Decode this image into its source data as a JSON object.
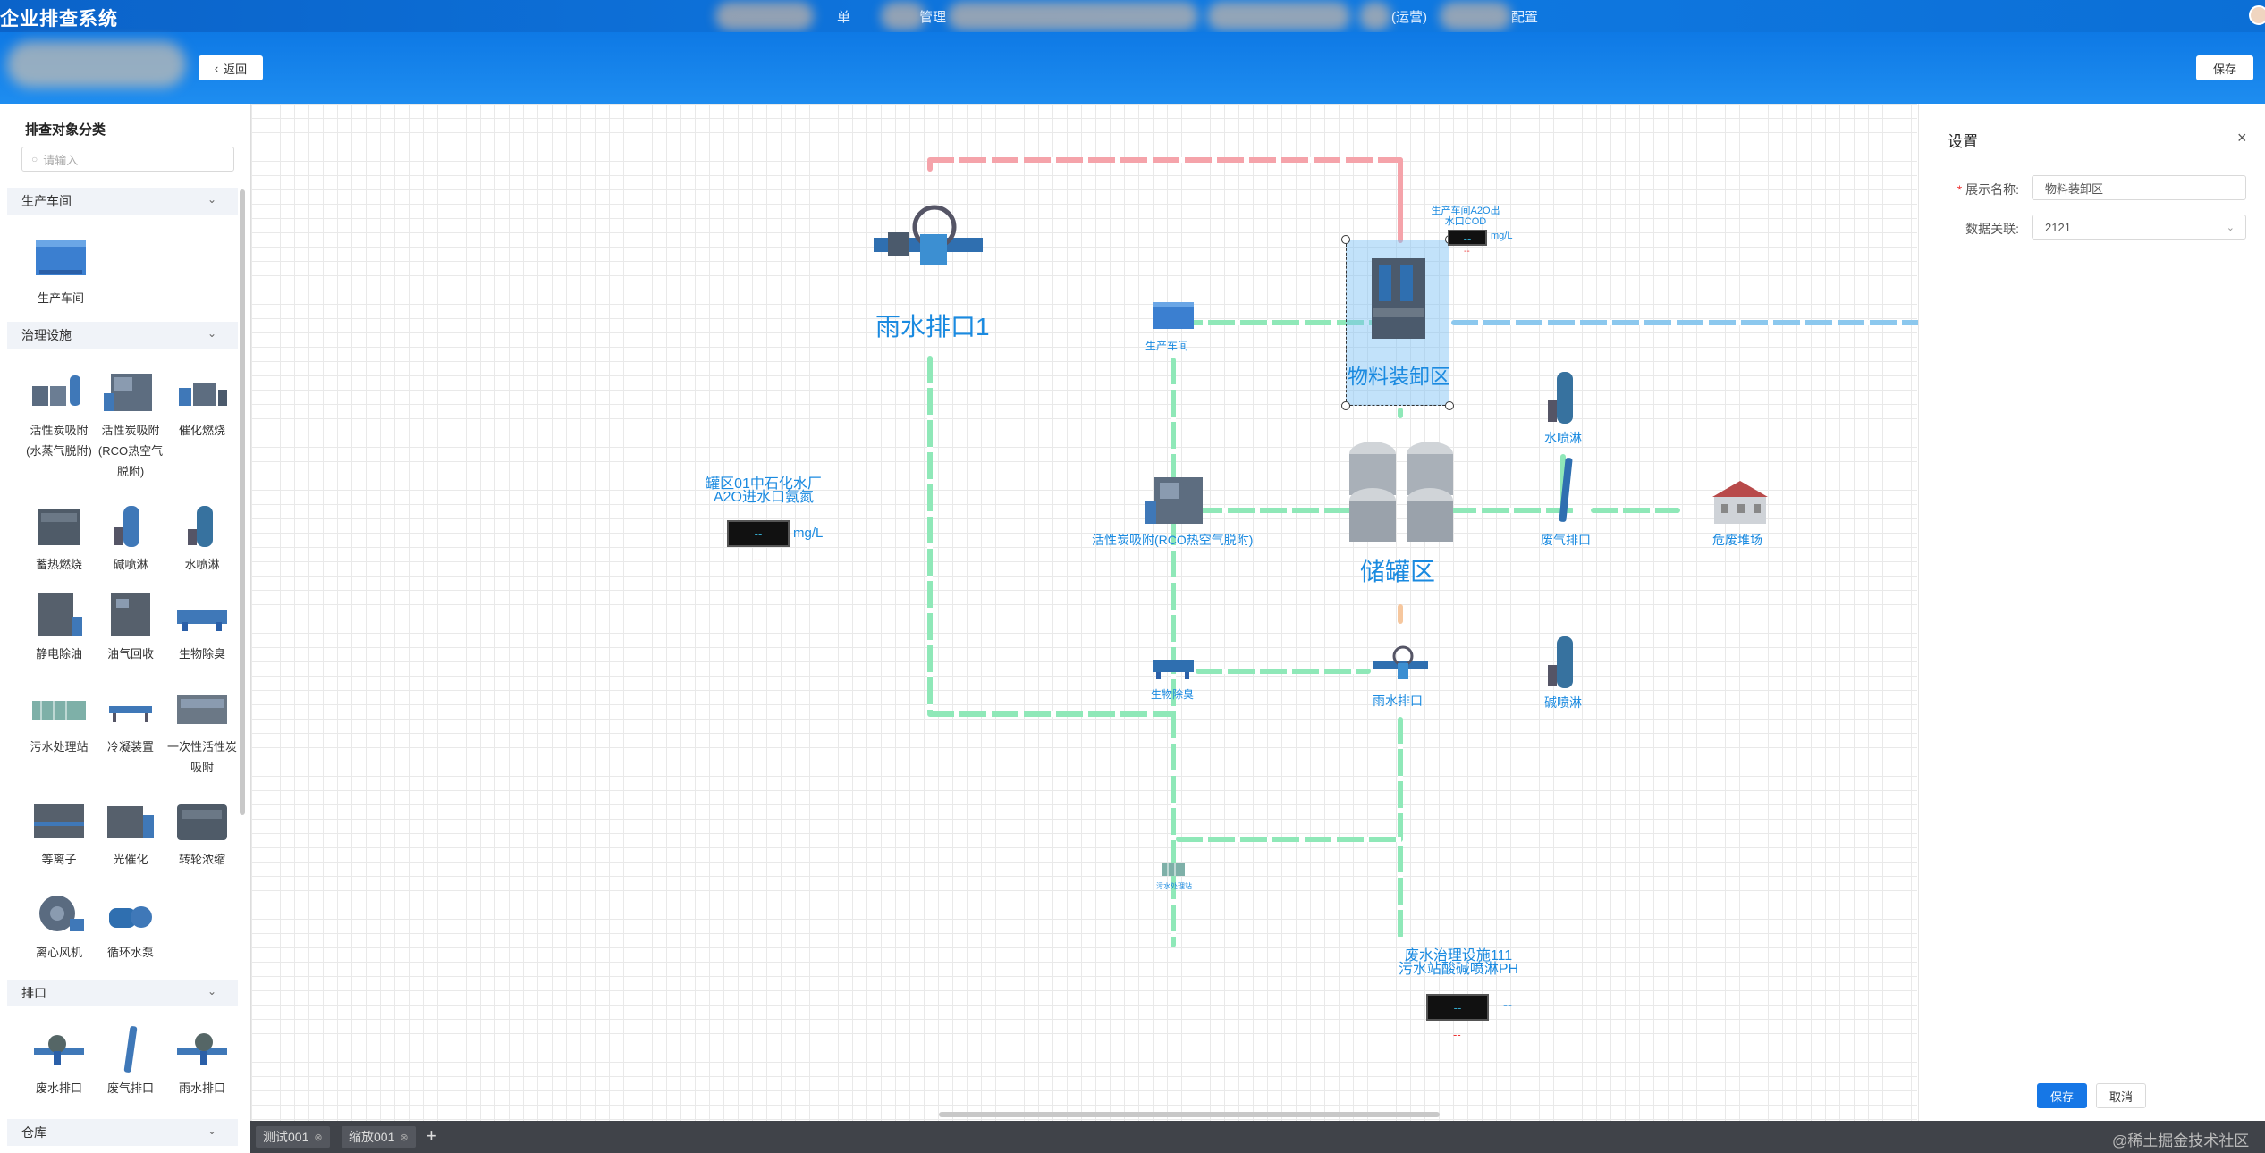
{
  "app": {
    "title": "企业排查系统"
  },
  "nav": {
    "items": [
      "单",
      "管理",
      "(运营)",
      "配置"
    ]
  },
  "toolbar": {
    "back_label": "返回",
    "save_label": "保存"
  },
  "sidebar": {
    "title": "排查对象分类",
    "search_placeholder": "请输入",
    "categories": [
      {
        "label": "生产车间",
        "items": [
          "生产车间"
        ]
      },
      {
        "label": "治理设施",
        "items": [
          "活性炭吸附(水蒸气脱附)",
          "活性炭吸附(RCO热空气脱附)",
          "催化燃烧",
          "蓄热燃烧",
          "碱喷淋",
          "水喷淋",
          "静电除油",
          "油气回收",
          "生物除臭",
          "污水处理站",
          "冷凝装置",
          "一次性活性炭吸附",
          "等离子",
          "光催化",
          "转轮浓缩",
          "离心风机",
          "循环水泵"
        ]
      },
      {
        "label": "排口",
        "items": [
          "废水排口",
          "废气排口",
          "雨水排口"
        ]
      },
      {
        "label": "仓库",
        "items": []
      }
    ]
  },
  "canvas": {
    "nodes": {
      "rain_outlet_1": "雨水排口1",
      "workshop": "生产车间",
      "loading_area": "物料装卸区",
      "loading_meter_title": "生产车间A2O出水口COD",
      "loading_meter_unit": "mg/L",
      "loading_meter_value": "--",
      "loading_meter_status": "--",
      "carbon_rco": "活性炭吸附(RCO热空气脱附)",
      "tank_area": "储罐区",
      "water_spray": "水喷淋",
      "gas_outlet": "废气排口",
      "hazardous_yard": "危废堆场",
      "bio_deodor": "生物除臭",
      "rain_outlet": "雨水排口",
      "alkali_spray": "碱喷淋",
      "sewage_station": "污水处理站",
      "meter_left_title": "罐区01中石化水厂A2O进水口氨氮",
      "meter_left_value": "--",
      "meter_left_unit": "mg/L",
      "meter_left_status": "--",
      "meter_bottom_title": "废水治理设施111污水站酸碱喷淋PH",
      "meter_bottom_value": "--",
      "meter_bottom_unit": "--",
      "meter_bottom_status": "--"
    }
  },
  "settings": {
    "title": "设置",
    "display_name_label": "展示名称:",
    "display_name_value": "物料装卸区",
    "data_link_label": "数据关联:",
    "data_link_value": "2121",
    "save_label": "保存",
    "cancel_label": "取消"
  },
  "tabs": [
    {
      "label": "测试001"
    },
    {
      "label": "缩放001"
    }
  ],
  "watermark": "@稀土掘金技术社区",
  "colors": {
    "primary": "#1677e6",
    "pipe_green": "#8fe8b8",
    "pipe_blue": "#8cc8ee",
    "pipe_red": "#f5a3aa",
    "label_blue": "#1a8ae0"
  }
}
